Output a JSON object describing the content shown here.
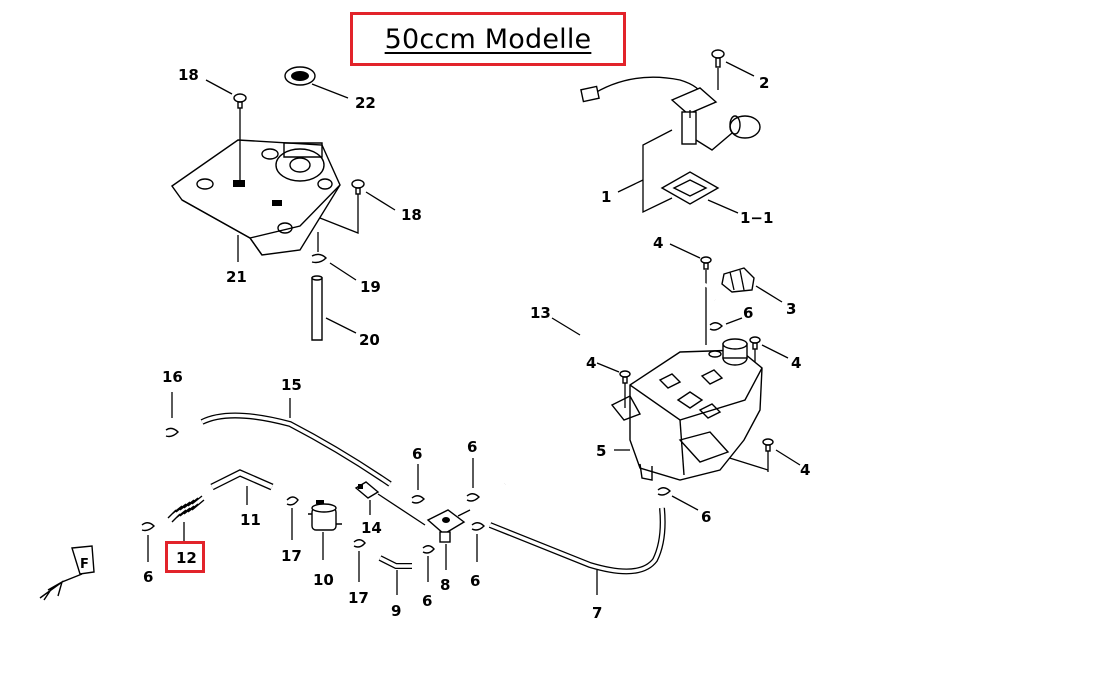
{
  "title": "50ccm Modelle",
  "highlight_color": "#e2232a",
  "highlighted_part": "12",
  "callouts": {
    "c1": "1",
    "c1_1": "1−1",
    "c2": "2",
    "c3": "3",
    "c4a": "4",
    "c4b": "4",
    "c4c": "4",
    "c4d": "4",
    "c5": "5",
    "c6a": "6",
    "c6b": "6",
    "c6c": "6",
    "c6d": "6",
    "c6e": "6",
    "c6f": "6",
    "c6g": "6",
    "c7": "7",
    "c8": "8",
    "c9": "9",
    "c10": "10",
    "c11": "11",
    "c12": "12",
    "c13": "13",
    "c14": "14",
    "c15": "15",
    "c16": "16",
    "c17a": "17",
    "c17b": "17",
    "c18a": "18",
    "c18b": "18",
    "c19": "19",
    "c20": "20",
    "c21": "21",
    "c22": "22"
  },
  "direction_marker": "F"
}
